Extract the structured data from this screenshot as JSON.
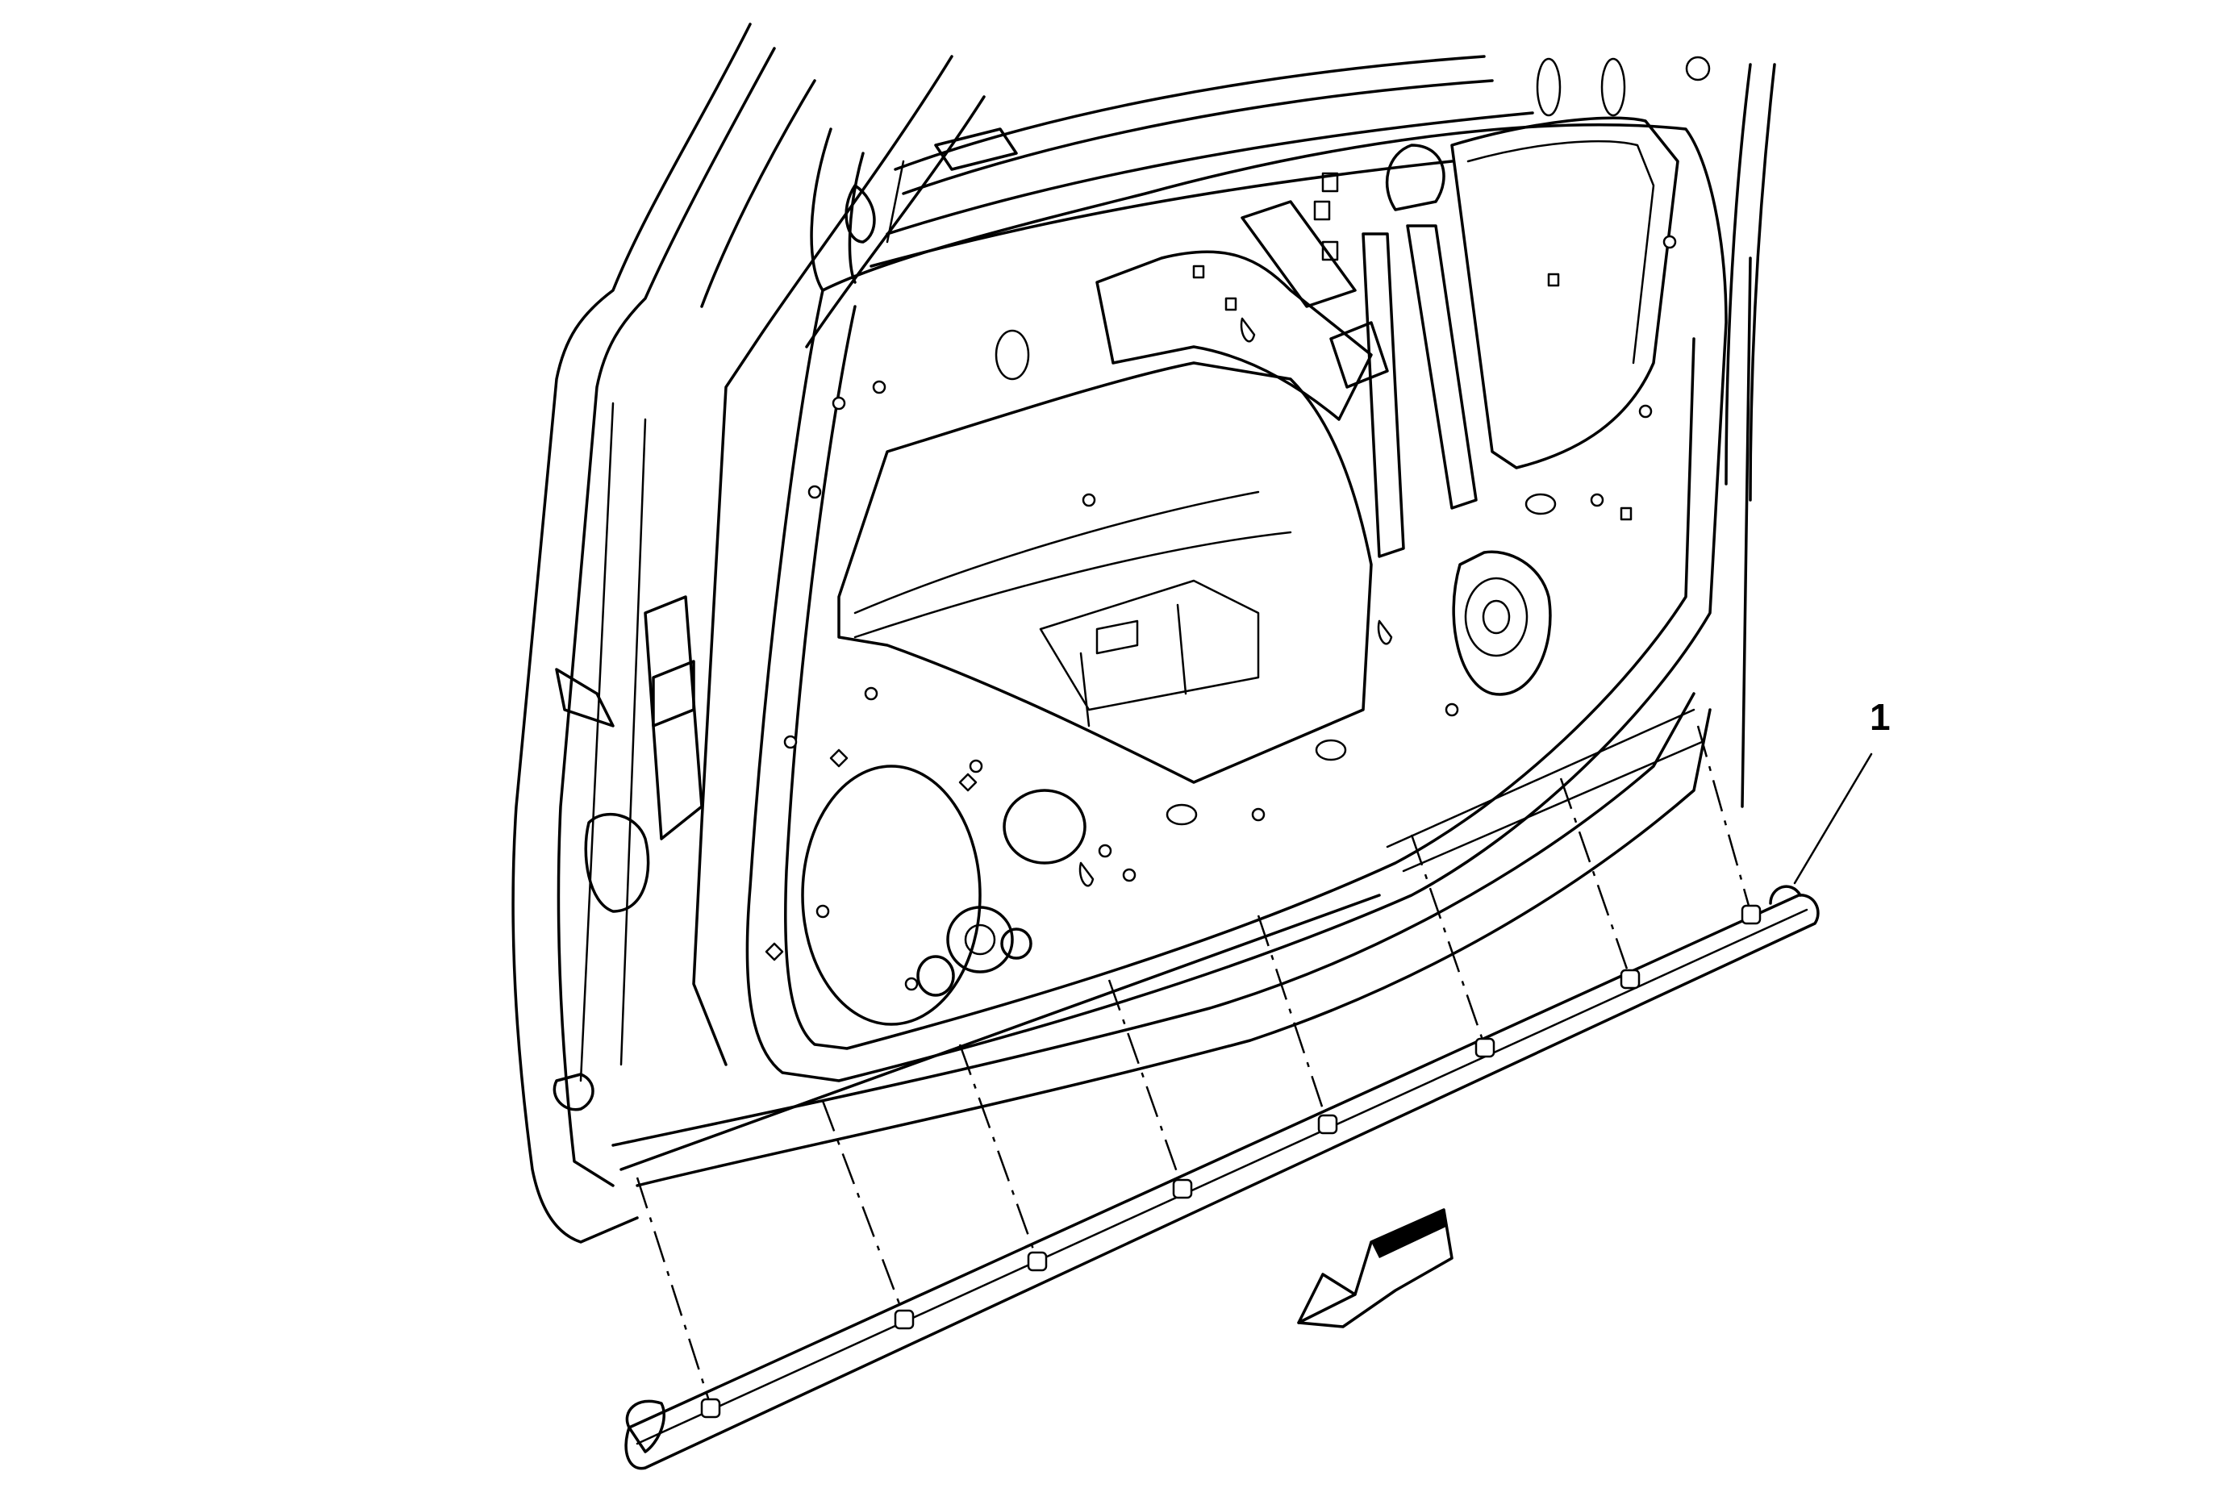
{
  "diagram": {
    "callouts": [
      {
        "number": "1",
        "target": "door-sill-molding"
      }
    ],
    "colors": {
      "line": "#000000",
      "background": "#ffffff",
      "arrow_shade": "#000000"
    },
    "arrow_direction": "front-of-vehicle"
  }
}
